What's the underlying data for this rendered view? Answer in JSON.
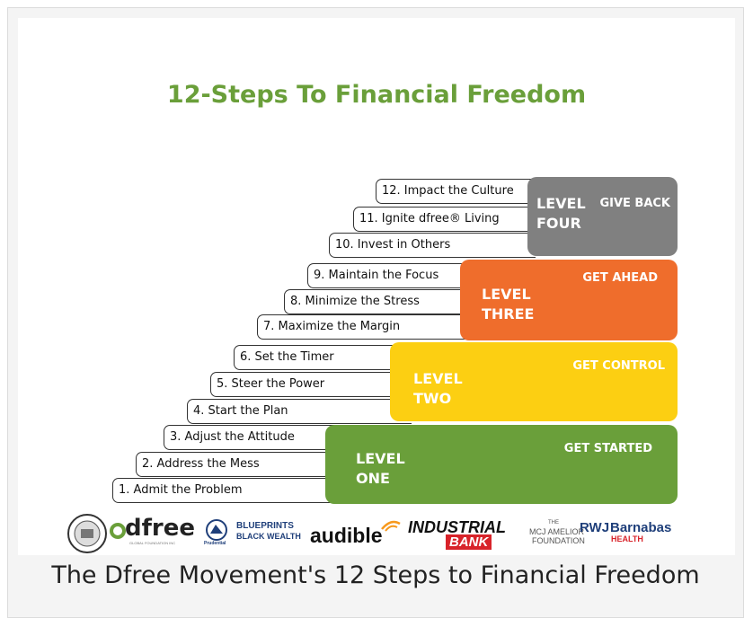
{
  "title": "12-Steps To Financial Freedom",
  "steps": [
    "1. Admit the Problem",
    "2. Address the Mess",
    "3. Adjust the Attitude",
    "4. Start the Plan",
    "5. Steer the Power",
    "6. Set the Timer",
    "7. Maximize the Margin",
    "8. Minimize the Stress",
    "9. Maintain the Focus",
    "10. Invest in Others",
    "11. Ignite dfree® Living",
    "12. Impact the Culture"
  ],
  "levels": [
    {
      "line1": "LEVEL",
      "line2": "ONE",
      "tag": "GET STARTED",
      "color": "#6a9f3a"
    },
    {
      "line1": "LEVEL",
      "line2": "TWO",
      "tag": "GET CONTROL",
      "color": "#fccf12"
    },
    {
      "line1": "LEVEL",
      "line2": "THREE",
      "tag": "GET AHEAD",
      "color": "#ef6d2c"
    },
    {
      "line1": "LEVEL",
      "line2": "FOUR",
      "tag": "GIVE BACK",
      "color": "#808080"
    }
  ],
  "logos": {
    "dfree": "dfree",
    "dfree_sub": "GLOBAL FOUNDATION INC",
    "prudential": "Prudential",
    "blueprints_1": "BLUEPRINTS",
    "blueprints_2": "BLACK WEALTH",
    "audible": "audible",
    "industrial_1": "INDUSTRIAL",
    "industrial_2": "BANK",
    "mcj_1": "THE",
    "mcj_2": "MCJ AMELIOR",
    "mcj_3": "FOUNDATION",
    "rwj_1": "RWJ",
    "rwj_2": "Barnabas",
    "rwj_3": "HEALTH"
  },
  "caption": "The Dfree Movement's 12 Steps to Financial Freedom"
}
